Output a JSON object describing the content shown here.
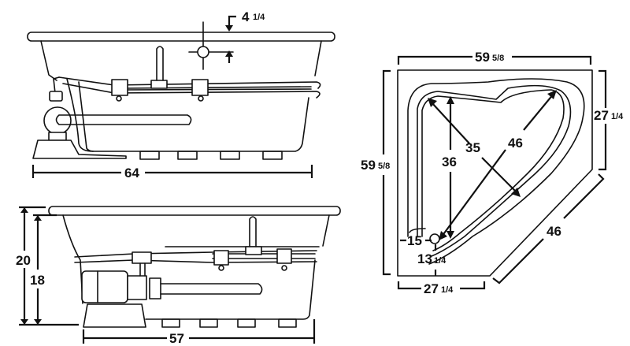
{
  "diagram": {
    "type": "technical-drawing",
    "subject": "corner whirlpool bathtub dimensions",
    "colors": {
      "line": "#111111",
      "background": "#ffffff"
    }
  },
  "side_view_top": {
    "length": {
      "whole": "64",
      "fraction": ""
    },
    "overflow_drop": {
      "whole": "4",
      "fraction": "1/4"
    }
  },
  "side_view_bottom": {
    "length": {
      "whole": "57",
      "fraction": ""
    },
    "overall_height": {
      "whole": "20",
      "fraction": ""
    },
    "water_depth": {
      "whole": "18",
      "fraction": ""
    }
  },
  "plan_view": {
    "top_width": {
      "whole": "59",
      "fraction": "5/8"
    },
    "left_height": {
      "whole": "59",
      "fraction": "5/8"
    },
    "right_side": {
      "whole": "27",
      "fraction": "1/4"
    },
    "bottom_side": {
      "whole": "27",
      "fraction": "1/4"
    },
    "front_diagonal": {
      "whole": "46",
      "fraction": ""
    },
    "inner_diag_46": {
      "whole": "46",
      "fraction": ""
    },
    "inner_diag_35": {
      "whole": "35",
      "fraction": ""
    },
    "inner_depth_36": {
      "whole": "36",
      "fraction": ""
    },
    "drain_x": {
      "whole": "15",
      "fraction": ""
    },
    "drain_y": {
      "whole": "13",
      "fraction": "1/4"
    }
  }
}
